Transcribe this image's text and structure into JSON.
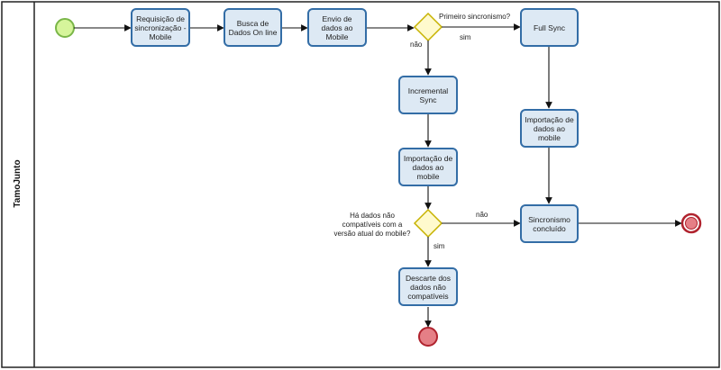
{
  "lane": {
    "title": "TamoJunto"
  },
  "tasks": {
    "t1": "Requisição de sincronização - Mobile",
    "t2": "Busca de Dados On line",
    "t3": "Envio de dados ao Mobile",
    "t4": "Full Sync",
    "t5": "Incremental Sync",
    "t6": "Importação de dados ao mobile",
    "t7": "Importação de dados ao mobile",
    "t8": "Sincronismo concluído",
    "t9": "Descarte dos dados não compatíveis"
  },
  "gateways": {
    "g1": "Primeiro sincronismo?",
    "g2": "Há dados não compatíveis com a versão atual do mobile?"
  },
  "flow_labels": {
    "g1_yes": "sim",
    "g1_no": "não",
    "g2_yes": "sim",
    "g2_no": "não"
  },
  "colors": {
    "task_fill": "#dde9f4",
    "task_border": "#336da6",
    "start_fill": "#d6f59b",
    "start_border": "#7ab648",
    "end_fill": "#e57f86",
    "end_border": "#b0232e",
    "gateway_fill": "#fffacd",
    "gateway_border": "#c7b200"
  }
}
